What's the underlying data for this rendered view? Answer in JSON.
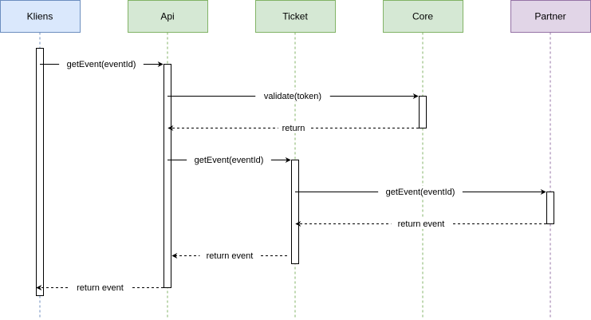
{
  "colors": {
    "kliens_fill": "#dae8fc",
    "kliens_stroke": "#6c8ebf",
    "green_fill": "#d5e8d4",
    "green_stroke": "#82b366",
    "partner_fill": "#e1d5e7",
    "partner_stroke": "#9673a6",
    "line": "#000000"
  },
  "actors": [
    {
      "id": "kliens",
      "label": "Kliens"
    },
    {
      "id": "api",
      "label": "Api"
    },
    {
      "id": "ticket",
      "label": "Ticket"
    },
    {
      "id": "core",
      "label": "Core"
    },
    {
      "id": "partner",
      "label": "Partner"
    }
  ],
  "messages": [
    {
      "from": "kliens",
      "to": "api",
      "label": "getEvent(eventId)",
      "style": "call"
    },
    {
      "from": "api",
      "to": "core",
      "label": "validate(token)",
      "style": "call"
    },
    {
      "from": "core",
      "to": "api",
      "label": "return",
      "style": "return"
    },
    {
      "from": "api",
      "to": "ticket",
      "label": "getEvent(eventId)",
      "style": "call"
    },
    {
      "from": "ticket",
      "to": "partner",
      "label": "getEvent(eventId)",
      "style": "call"
    },
    {
      "from": "partner",
      "to": "ticket",
      "label": "return event",
      "style": "return"
    },
    {
      "from": "ticket",
      "to": "api",
      "label": "return event",
      "style": "return"
    },
    {
      "from": "api",
      "to": "kliens",
      "label": "return event",
      "style": "return"
    }
  ]
}
